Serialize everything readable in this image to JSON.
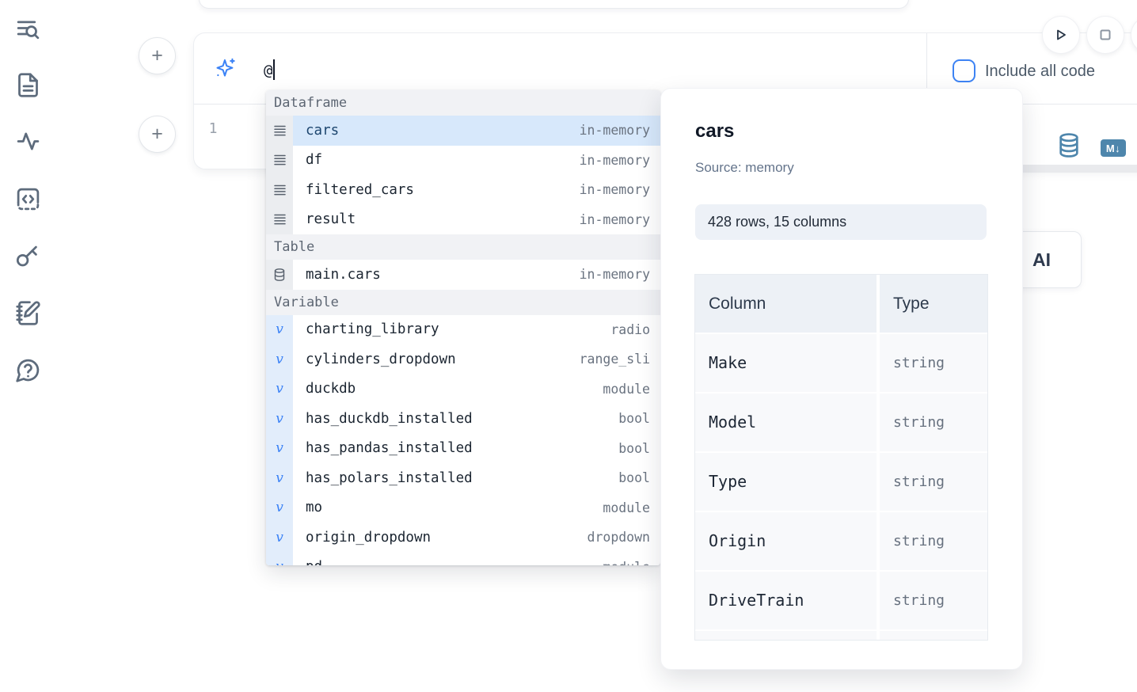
{
  "sidebar": {
    "icons": [
      "toc-search-icon",
      "file-icon",
      "activity-icon",
      "snippets-icon",
      "key-icon",
      "scratchpad-icon",
      "help-chat-icon"
    ]
  },
  "cell": {
    "prompt": {
      "value": "@",
      "icon": "sparkles-icon"
    },
    "include_all_code": {
      "label": "Include all code",
      "checked": false
    },
    "line_number": "1",
    "controls": {
      "run_icon": "play-icon",
      "stop_icon": "stop-icon",
      "third_button": "partial-circle-button"
    },
    "output_icons": {
      "database": "database-icon",
      "markdown_label": "M↓"
    }
  },
  "add_buttons": {
    "top": "+",
    "bottom": "+"
  },
  "autocomplete": {
    "sections": [
      {
        "label": "Dataframe",
        "items": [
          {
            "icon": "rows-icon",
            "name": "cars",
            "type": "in-memory",
            "selected": true
          },
          {
            "icon": "rows-icon",
            "name": "df",
            "type": "in-memory"
          },
          {
            "icon": "rows-icon",
            "name": "filtered_cars",
            "type": "in-memory"
          },
          {
            "icon": "rows-icon",
            "name": "result",
            "type": "in-memory"
          }
        ]
      },
      {
        "label": "Table",
        "items": [
          {
            "icon": "database-icon",
            "name": "main.cars",
            "type": "in-memory"
          }
        ]
      },
      {
        "label": "Variable",
        "items": [
          {
            "icon": "variable-icon",
            "name": "charting_library",
            "type": "radio"
          },
          {
            "icon": "variable-icon",
            "name": "cylinders_dropdown",
            "type": "range_sli"
          },
          {
            "icon": "variable-icon",
            "name": "duckdb",
            "type": "module"
          },
          {
            "icon": "variable-icon",
            "name": "has_duckdb_installed",
            "type": "bool"
          },
          {
            "icon": "variable-icon",
            "name": "has_pandas_installed",
            "type": "bool"
          },
          {
            "icon": "variable-icon",
            "name": "has_polars_installed",
            "type": "bool"
          },
          {
            "icon": "variable-icon",
            "name": "mo",
            "type": "module"
          },
          {
            "icon": "variable-icon",
            "name": "origin_dropdown",
            "type": "dropdown"
          },
          {
            "icon": "variable-icon",
            "name": "pd",
            "type": "module",
            "clipped": true
          }
        ]
      }
    ]
  },
  "preview": {
    "title": "cars",
    "source": "Source: memory",
    "shape": "428 rows, 15 columns",
    "table": {
      "headers": [
        "Column",
        "Type"
      ],
      "rows": [
        [
          "Make",
          "string"
        ],
        [
          "Model",
          "string"
        ],
        [
          "Type",
          "string"
        ],
        [
          "Origin",
          "string"
        ],
        [
          "DriveTrain",
          "string"
        ]
      ]
    }
  },
  "ai_button": {
    "label": "AI"
  },
  "colors": {
    "accent_blue": "#3b82f6",
    "steel_blue": "#4e86ac",
    "selected_row": "#d7e8fb",
    "section_header_bg": "#f1f2f5",
    "gutter_gray": "#ebedf0",
    "gutter_blue": "#e2edfb"
  }
}
